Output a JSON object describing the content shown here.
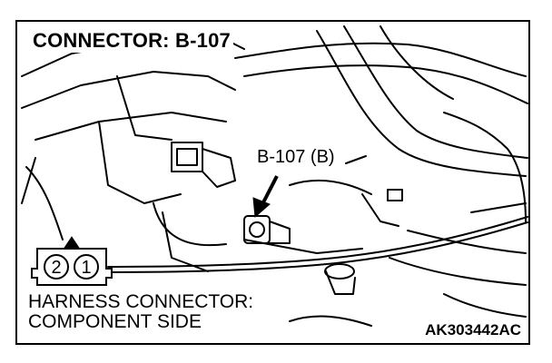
{
  "title": "CONNECTOR: B-107",
  "callout": "B-107 (B)",
  "harness_line1": "HARNESS CONNECTOR:",
  "harness_line2": "COMPONENT SIDE",
  "figure_code": "AK303442AC",
  "pins": [
    "2",
    "1"
  ]
}
